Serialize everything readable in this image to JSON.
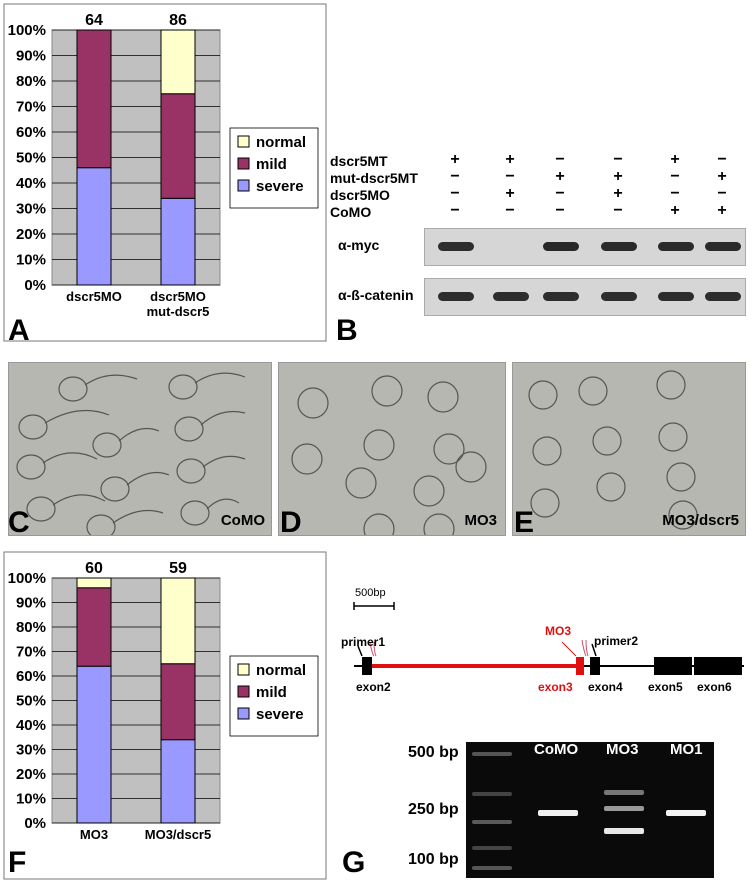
{
  "figure": {
    "panels": {
      "A": "A",
      "B": "B",
      "C": "C",
      "D": "D",
      "E": "E",
      "F": "F",
      "G": "G"
    }
  },
  "chart_data": [
    {
      "id": "A",
      "type": "bar",
      "stacked": true,
      "categories": [
        "dscr5MO",
        "dscr5MO\nmut-dscr5"
      ],
      "category_lines": [
        [
          "dscr5MO"
        ],
        [
          "dscr5MO",
          "mut-dscr5"
        ]
      ],
      "totals": [
        "64",
        "86"
      ],
      "series": [
        {
          "name": "severe",
          "values": [
            46,
            34
          ],
          "color": "#9999ff"
        },
        {
          "name": "mild",
          "values": [
            54,
            41
          ],
          "color": "#993366"
        },
        {
          "name": "normal",
          "values": [
            0,
            25
          ],
          "color": "#ffffcc"
        }
      ],
      "legend_order": [
        "normal",
        "mild",
        "severe"
      ],
      "yticks": [
        "0%",
        "10%",
        "20%",
        "30%",
        "40%",
        "50%",
        "60%",
        "70%",
        "80%",
        "90%",
        "100%"
      ],
      "ylim": [
        0,
        100
      ],
      "plot_bg": "#c0c0c0",
      "grid": true,
      "legend_position": "right"
    },
    {
      "id": "F",
      "type": "bar",
      "stacked": true,
      "categories": [
        "MO3",
        "MO3/dscr5"
      ],
      "category_lines": [
        [
          "MO3"
        ],
        [
          "MO3/dscr5"
        ]
      ],
      "totals": [
        "60",
        "59"
      ],
      "series": [
        {
          "name": "severe",
          "values": [
            64,
            34
          ],
          "color": "#9999ff"
        },
        {
          "name": "mild",
          "values": [
            32,
            31
          ],
          "color": "#993366"
        },
        {
          "name": "normal",
          "values": [
            4,
            35
          ],
          "color": "#ffffcc"
        }
      ],
      "legend_order": [
        "normal",
        "mild",
        "severe"
      ],
      "yticks": [
        "0%",
        "10%",
        "20%",
        "30%",
        "40%",
        "50%",
        "60%",
        "70%",
        "80%",
        "90%",
        "100%"
      ],
      "ylim": [
        0,
        100
      ],
      "plot_bg": "#c0c0c0",
      "grid": true,
      "legend_position": "right"
    }
  ],
  "western": {
    "conditions": [
      {
        "label": "dscr5MT",
        "signs": [
          "+",
          "+",
          "−",
          "−",
          "+",
          "−"
        ]
      },
      {
        "label": "mut-dscr5MT",
        "signs": [
          "−",
          "−",
          "+",
          "+",
          "−",
          "+"
        ]
      },
      {
        "label": "dscr5MO",
        "signs": [
          "−",
          "+",
          "−",
          "+",
          "−",
          "−"
        ]
      },
      {
        "label": "CoMO",
        "signs": [
          "−",
          "−",
          "−",
          "−",
          "+",
          "+"
        ]
      }
    ],
    "blots": [
      {
        "label": "α-myc",
        "band_intensity": [
          0.75,
          0,
          0.85,
          0.8,
          0.8,
          0.8
        ]
      },
      {
        "label": "α-ß-catenin",
        "band_intensity": [
          0.75,
          0.75,
          0.75,
          0.75,
          0.75,
          0.75
        ]
      }
    ]
  },
  "photos": [
    {
      "label": "CoMO"
    },
    {
      "label": "MO3"
    },
    {
      "label": "MO3/dscr5"
    }
  ],
  "gene_map": {
    "scale_bar": "500bp",
    "primer1": "primer1",
    "primer2": "primer2",
    "mo3": "MO3",
    "exons": [
      "exon2",
      "exon3",
      "exon4",
      "exon5",
      "exon6"
    ]
  },
  "gel": {
    "markers": [
      "500 bp",
      "250 bp",
      "100 bp"
    ],
    "lanes": [
      "CoMO",
      "MO3",
      "MO1"
    ]
  }
}
